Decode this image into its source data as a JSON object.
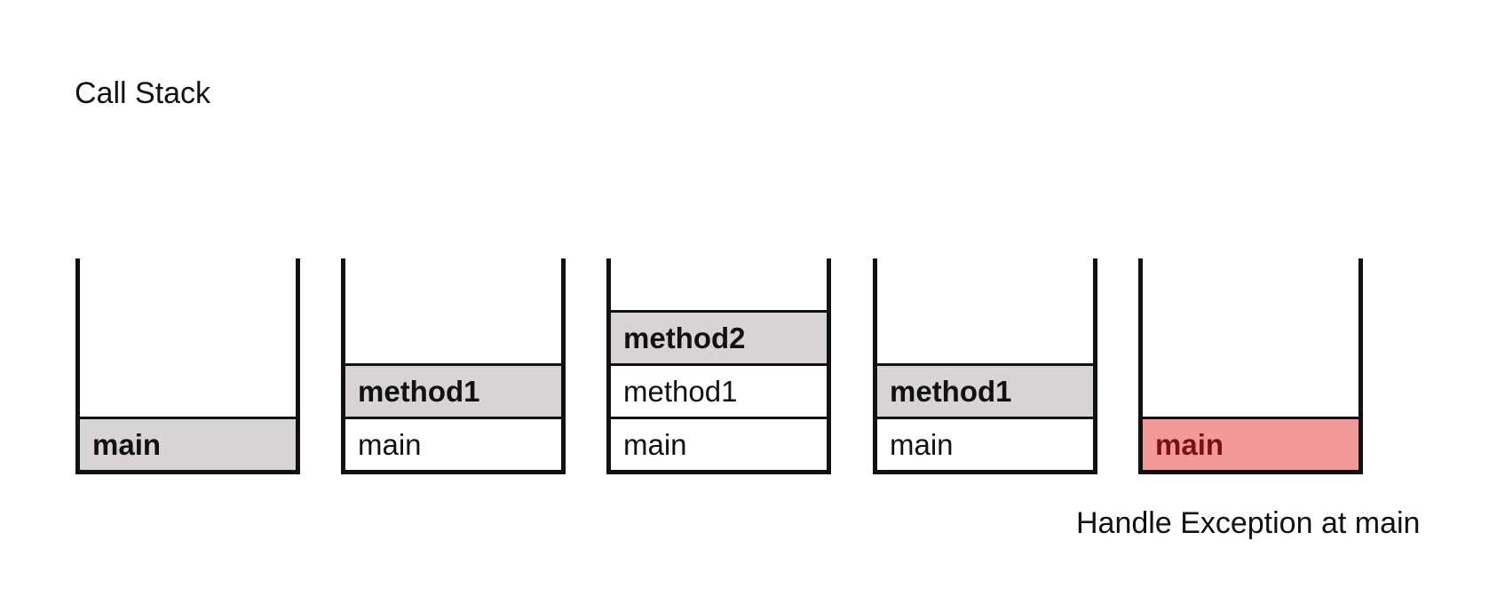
{
  "title": "Call Stack",
  "colors": {
    "active_frame": "#d8d4d4",
    "error_frame": "#f29a9a",
    "error_text": "#7a1010",
    "frame_border": "#111111"
  },
  "stacks": [
    {
      "frames": [
        {
          "label": "main",
          "state": "active"
        }
      ]
    },
    {
      "frames": [
        {
          "label": "main",
          "state": "normal"
        },
        {
          "label": "method1",
          "state": "active"
        }
      ]
    },
    {
      "frames": [
        {
          "label": "main",
          "state": "normal"
        },
        {
          "label": "method1",
          "state": "normal"
        },
        {
          "label": "method2",
          "state": "active"
        }
      ]
    },
    {
      "frames": [
        {
          "label": "main",
          "state": "normal"
        },
        {
          "label": "method1",
          "state": "active"
        }
      ]
    },
    {
      "frames": [
        {
          "label": "main",
          "state": "error"
        }
      ]
    }
  ],
  "note": "Handle Exception at main"
}
